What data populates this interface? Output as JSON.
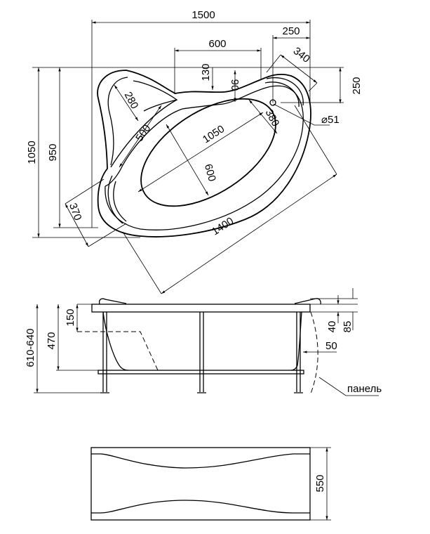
{
  "top_view": {
    "overall_width": "1500",
    "corner_offset_top": "250",
    "seat_width": "600",
    "corner_diag": "340",
    "corner_offset_right": "250",
    "depth_130": "130",
    "depth_90": "90",
    "overall_length": "1050",
    "inner_length": "950",
    "headrest_280": "280",
    "drain_dist": "380",
    "drain_diameter": "⌀51",
    "seat_500": "500",
    "basin_length": "1050",
    "basin_width": "600",
    "front_diag": "1400",
    "end_370": "370"
  },
  "side_view": {
    "total_height": "610-640",
    "tub_depth": "470",
    "seat_height": "150",
    "rim_40": "40",
    "rim_85": "85",
    "panel_offset": "50",
    "panel_label": "панель"
  },
  "panel_view": {
    "panel_height": "550"
  }
}
